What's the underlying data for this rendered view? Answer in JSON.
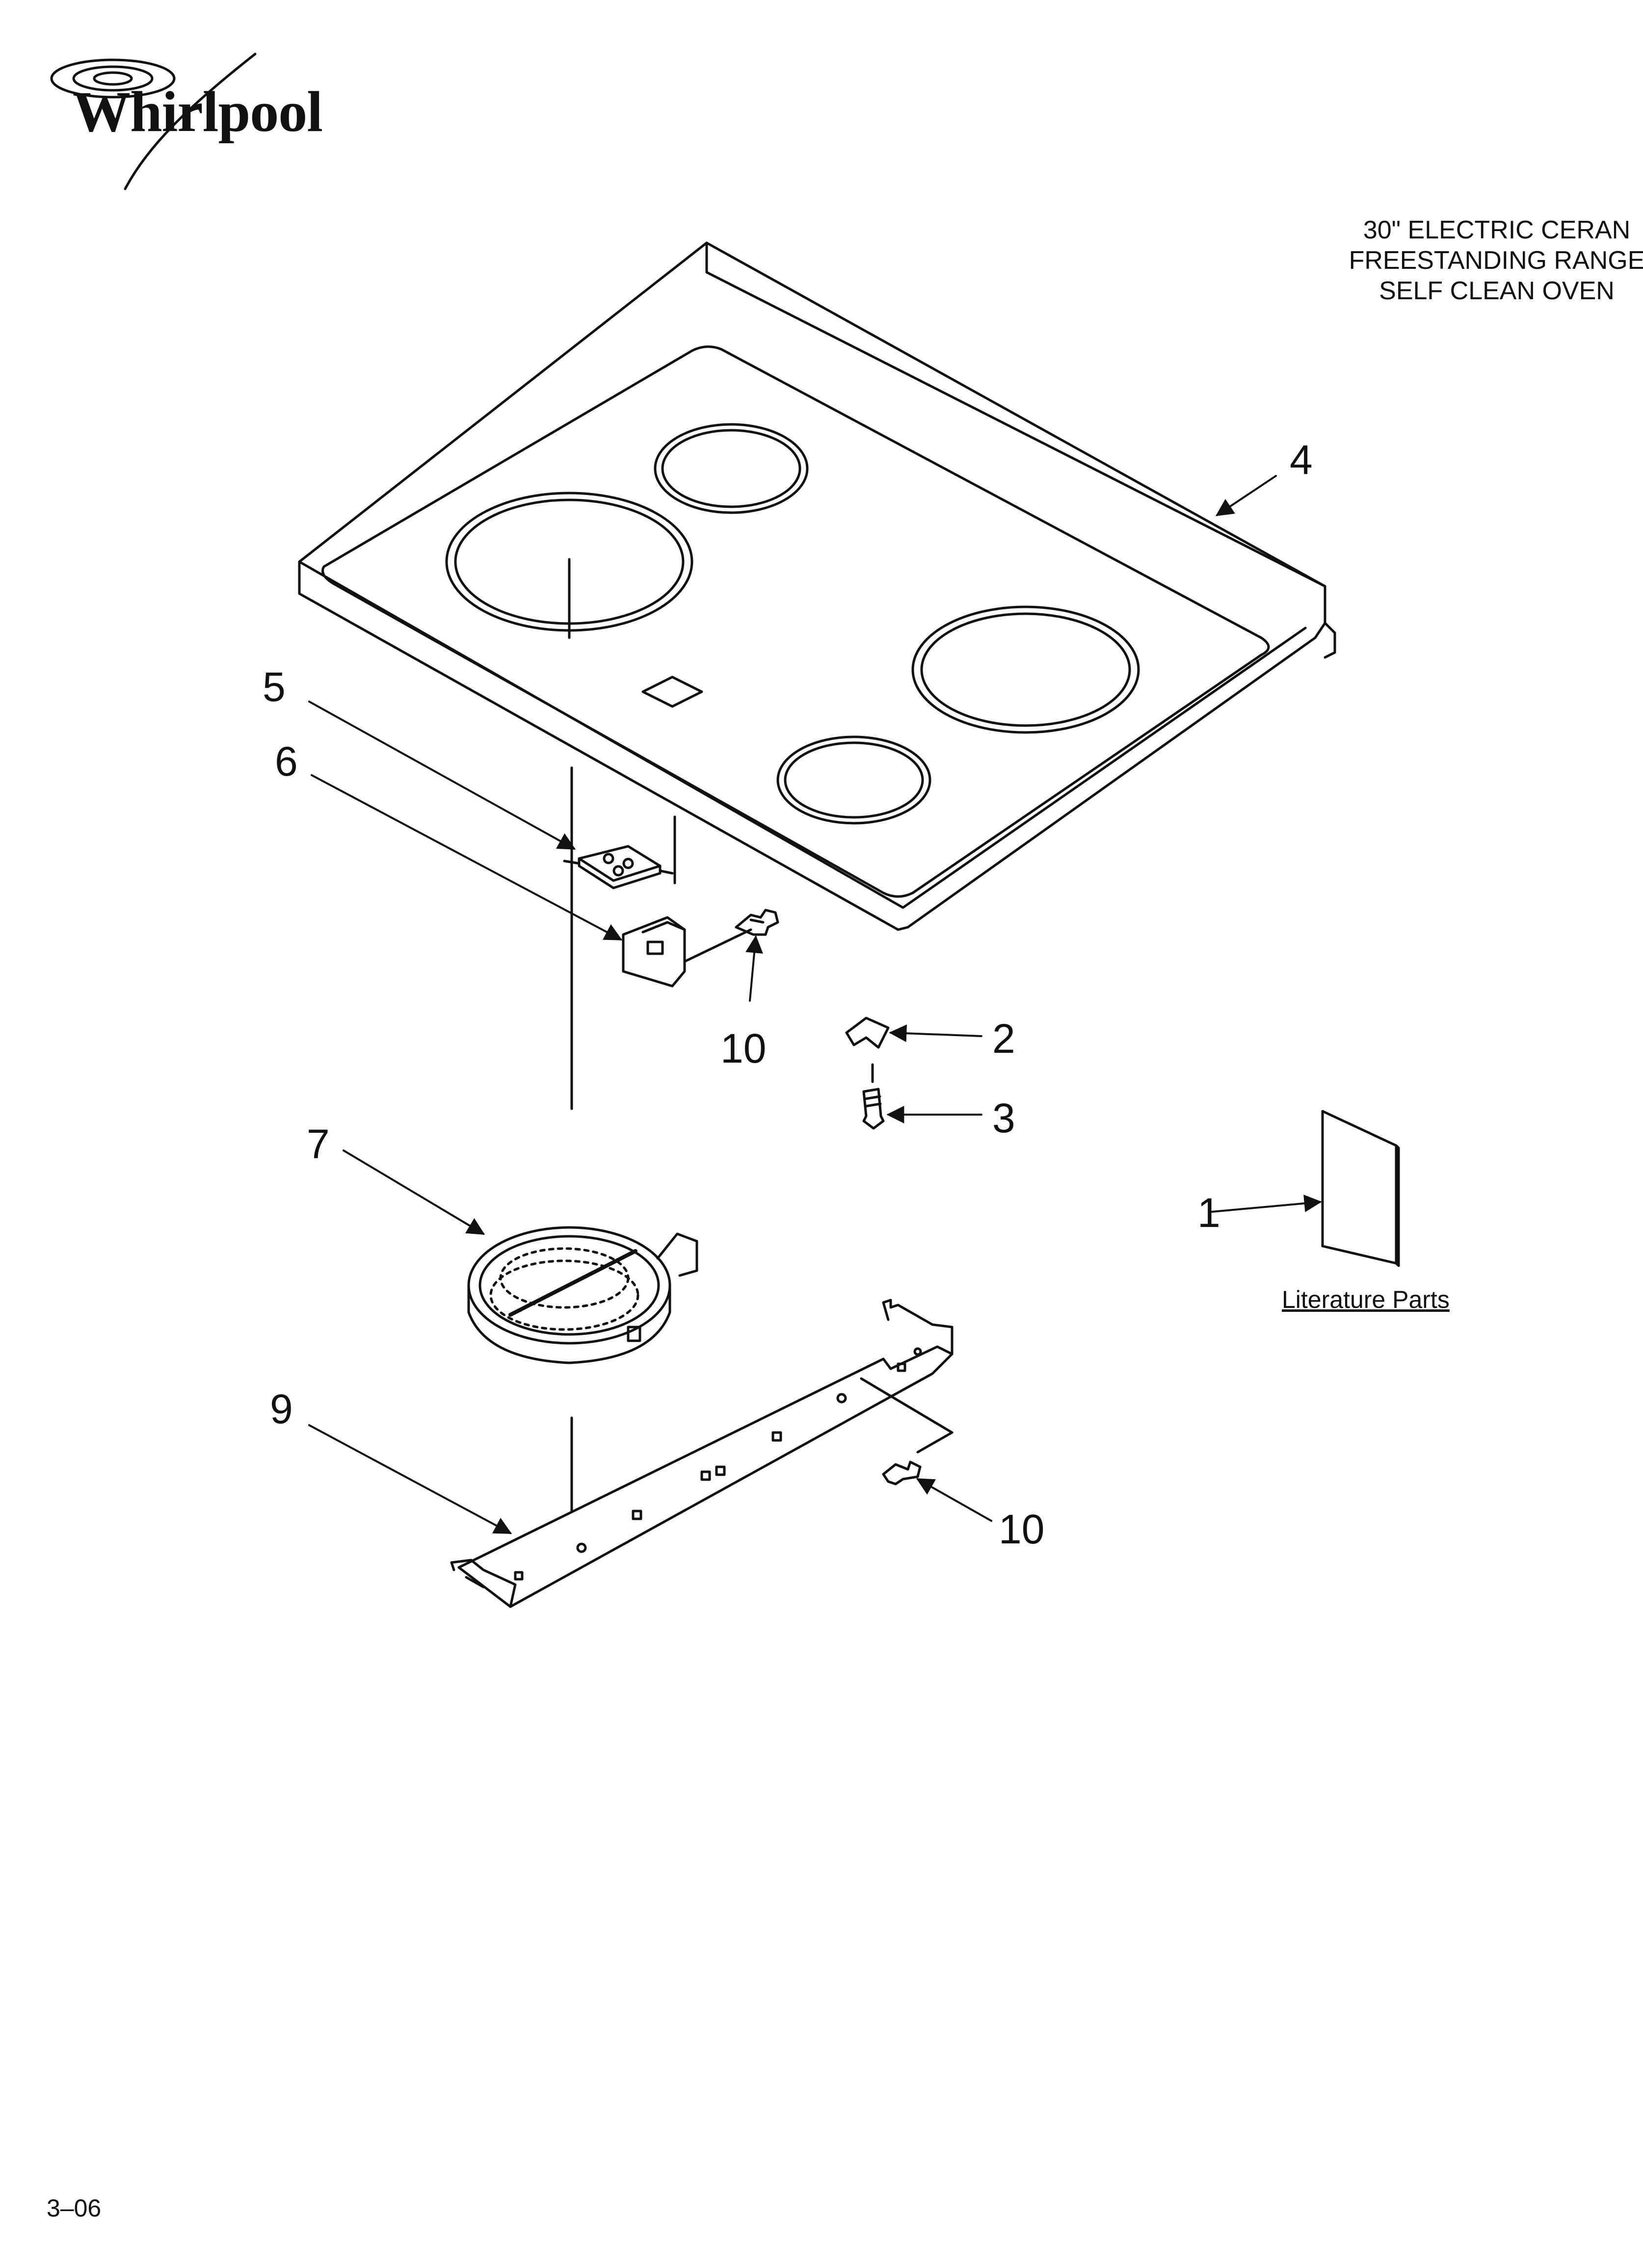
{
  "brand": {
    "name": "Whirlpool"
  },
  "title": {
    "lines": [
      "30\" ELECTRIC CERAN",
      "FREESTANDING RANGE",
      "SELF CLEAN OVEN"
    ]
  },
  "callouts": {
    "p1": "1",
    "p2": "2",
    "p3": "3",
    "p4": "4",
    "p5": "5",
    "p6": "6",
    "p7": "7",
    "p9": "9",
    "p10a": "10",
    "p10b": "10"
  },
  "literature": {
    "label": "Literature Parts"
  },
  "footer": {
    "revision": "3–06"
  }
}
